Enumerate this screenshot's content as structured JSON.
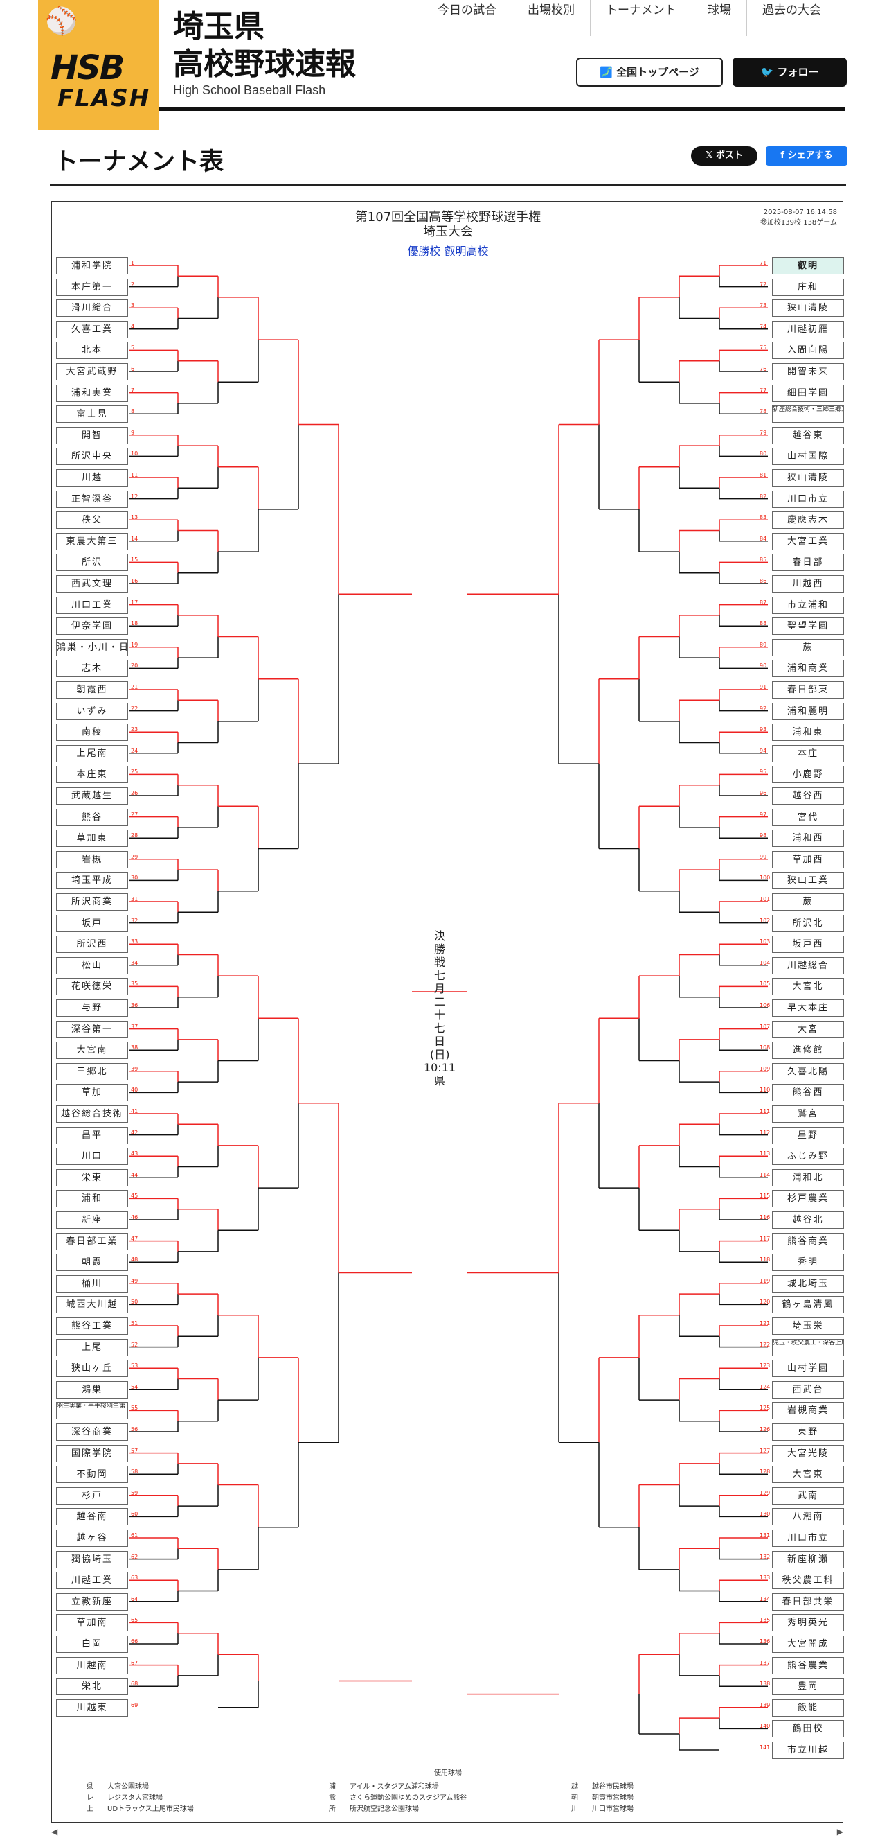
{
  "site": {
    "title_line1": "埼玉県",
    "title_line2": "高校野球速報",
    "subtitle": "High School Baseball Flash",
    "logo_top": "HSB",
    "logo_bottom": "FLASH"
  },
  "nav": [
    "今日の試合",
    "出場校別",
    "トーナメント",
    "球場",
    "過去の大会"
  ],
  "buttons": {
    "top": "全国トップページ",
    "follow": "フォロー",
    "post": "ポスト",
    "share": "シェアする"
  },
  "page_title": "トーナメント表",
  "tournament": {
    "title": "第107回全国高等学校野球選手権\n埼玉大会",
    "winner": "優勝校 叡明高校",
    "updated": "2025-08-07 16:14:58\n参加校139校 138ゲーム"
  },
  "final": {
    "label": "決勝戦",
    "date": "七月二十七日",
    "day": "(日)",
    "time": "10:11",
    "venue": "県"
  },
  "left_teams": [
    "浦和学院",
    "本庄第一",
    "滑川総合",
    "久喜工業",
    "北本",
    "大宮武蔵野",
    "浦和実業",
    "富士見",
    "開智",
    "所沢中央",
    "川越",
    "正智深谷",
    "秩父",
    "東農大第三",
    "所沢",
    "西武文理",
    "川口工業",
    "伊奈学園",
    "鴻巣・小川・日高",
    "志木",
    "朝霞西",
    "いずみ",
    "南稜",
    "上尾南",
    "本庄東",
    "武蔵越生",
    "熊谷",
    "草加東",
    "岩槻",
    "埼玉平成",
    "所沢商業",
    "坂戸",
    "所沢西",
    "松山",
    "花咲徳栄",
    "与野",
    "深谷第一",
    "大宮南",
    "三郷北",
    "草加",
    "越谷総合技術",
    "昌平",
    "川口",
    "栄東",
    "浦和",
    "新座",
    "春日部工業",
    "朝霞",
    "桶川",
    "城西大川越",
    "熊谷工業",
    "上尾",
    "狭山ヶ丘",
    "鴻巣",
    "羽生実業・手手桜羽生第一・栗橋北彩",
    "深谷商業",
    "国際学院",
    "不動岡",
    "杉戸",
    "越谷南",
    "越ヶ谷",
    "獨協埼玉",
    "川越工業",
    "立教新座",
    "草加南",
    "白岡",
    "川越南",
    "栄北",
    "川越東"
  ],
  "right_teams": [
    "叡明",
    "庄和",
    "狭山清陵",
    "川越初雁",
    "入間向陽",
    "開智未来",
    "細田学園",
    "新座総合技術・三郷三郷工業技術・八潮",
    "越谷東",
    "山村国際",
    "狭山清陵",
    "川口市立",
    "慶應志木",
    "大宮工業",
    "春日部",
    "川越西",
    "市立浦和",
    "聖望学園",
    "蕨",
    "浦和商業",
    "春日部東",
    "浦和麗明",
    "浦和東",
    "本庄",
    "小鹿野",
    "越谷西",
    "宮代",
    "浦和西",
    "草加西",
    "狭山工業",
    "蕨",
    "所沢北",
    "坂戸西",
    "川越総合",
    "大宮北",
    "早大本庄",
    "大宮",
    "進修館",
    "久喜北陽",
    "熊谷西",
    "鷲宮",
    "星野",
    "ふじみ野",
    "浦和北",
    "杉戸農業",
    "越谷北",
    "熊谷商業",
    "秀明",
    "城北埼玉",
    "鶴ヶ島清風",
    "埼玉栄",
    "児玉・秩父農工・深谷上尾橋・桶川西",
    "山村学園",
    "西武台",
    "岩槻商業",
    "東野",
    "大宮光陵",
    "大宮東",
    "武南",
    "八潮南",
    "川口市立",
    "新座柳瀬",
    "秩父農工科",
    "春日部共栄",
    "秀明英光",
    "大宮開成",
    "熊谷農業",
    "豊岡",
    "飯能",
    "鶴田校",
    "市立川越"
  ],
  "legend": {
    "title": "使用球場",
    "items": [
      "県　　大宮公園球場",
      "レ　　レジスタ大宮球場",
      "上　　UDトラックス上尾市民球場",
      "浦　　アイル・スタジアム浦和球場",
      "熊　　さくら運動公園ゆめのスタジアム熊谷",
      "所　　所沢航空記念公園球場",
      "越　　越谷市民球場",
      "朝　　朝霞市営球場",
      "川　　川口市営球場"
    ]
  }
}
